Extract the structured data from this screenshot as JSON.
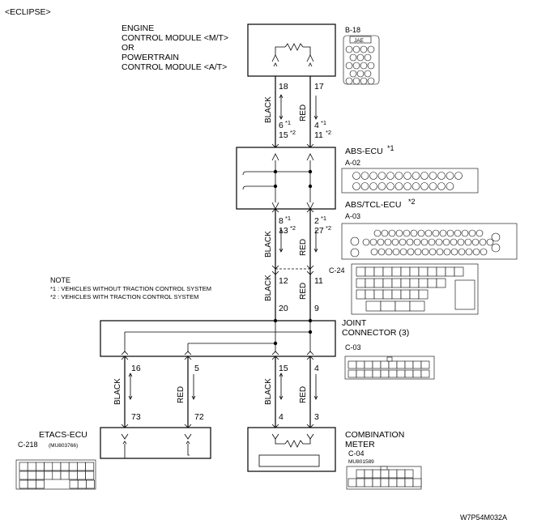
{
  "header": "<ECLIPSE>",
  "figure_code": "W7P54M032A",
  "ecm": {
    "line1": "ENGINE",
    "line2": "CONTROL MODULE <M/T>",
    "line3": "OR",
    "line4": "POWERTRAIN",
    "line5": "CONTROL MODULE <A/T>",
    "connector": "B-18",
    "jae": "JAE"
  },
  "abs": {
    "title1": "ABS-ECU",
    "star1": "*1",
    "conn1": "A-02",
    "title2": "ABS/TCL-ECU",
    "star2": "*2",
    "conn2": "A-03"
  },
  "note": {
    "title": "NOTE",
    "n1": "*1 : VEHICLES WITHOUT TRACTION CONTROL SYSTEM",
    "n2": "*2 : VEHICLES WITH TRACTION CONTROL SYSTEM"
  },
  "c24": {
    "label": "C-24"
  },
  "joint": {
    "line1": "JOINT",
    "line2": "CONNECTOR (3)",
    "connector": "C-03"
  },
  "etacs": {
    "title": "ETACS-ECU",
    "connector": "C-218",
    "part": "(MU803766)"
  },
  "meter": {
    "line1": "COMBINATION",
    "line2": "METER",
    "connector": "C-04",
    "part": "MU801589"
  },
  "wires": {
    "black": "BLACK",
    "red": "RED",
    "p18": "18",
    "p17": "17",
    "p6": "6",
    "p15a": "15",
    "p4a": "4",
    "p11a": "11",
    "s1": "*1",
    "s2": "*2",
    "p8": "8",
    "p13": "13",
    "p2": "2",
    "p27": "27",
    "p12": "12",
    "p11b": "11",
    "p20": "20",
    "p9": "9",
    "p16": "16",
    "p5": "5",
    "p15b": "15",
    "p4b": "4",
    "p73": "73",
    "p72": "72",
    "p4c": "4",
    "p3": "3"
  }
}
